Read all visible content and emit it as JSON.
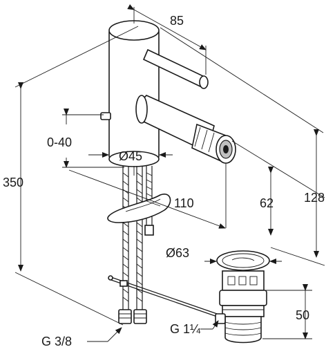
{
  "dimensions": {
    "handle_reach": "85",
    "height_adjust": "0-40",
    "body_diameter": "Ø45",
    "total_height": "350",
    "spout_reach": "110",
    "spout_height": "62",
    "outlet_height": "128",
    "drain_diameter": "Ø63",
    "drain_height": "50",
    "supply_thread": "G 3/8",
    "drain_thread": "G 1¼"
  }
}
